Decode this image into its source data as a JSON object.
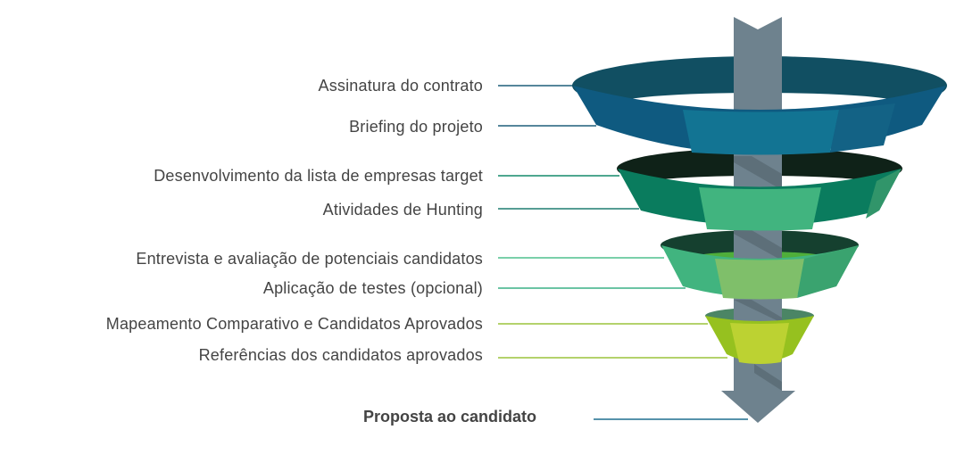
{
  "stages": [
    {
      "label": "Assinatura do contrato",
      "color": "#1f5f7a"
    },
    {
      "label": "Briefing do projeto",
      "color": "#1f5f7a"
    },
    {
      "label": "Desenvolvimento da lista de empresas target",
      "color": "#148a6a"
    },
    {
      "label": "Atividades de Hunting",
      "color": "#1e7d70"
    },
    {
      "label": "Entrevista e avaliação de potenciais candidatos",
      "color": "#4ec08e"
    },
    {
      "label": "Aplicação de testes (opcional)",
      "color": "#3ab085"
    },
    {
      "label": "Mapeamento Comparativo e Candidatos Aprovados",
      "color": "#9cc33b"
    },
    {
      "label": "Referências dos candidatos aprovados",
      "color": "#9cc33b"
    }
  ],
  "final": {
    "label": "Proposta ao candidato",
    "color": "#1f6f8f"
  },
  "colors": {
    "arrow": "#6e828e",
    "text": "#444444"
  }
}
